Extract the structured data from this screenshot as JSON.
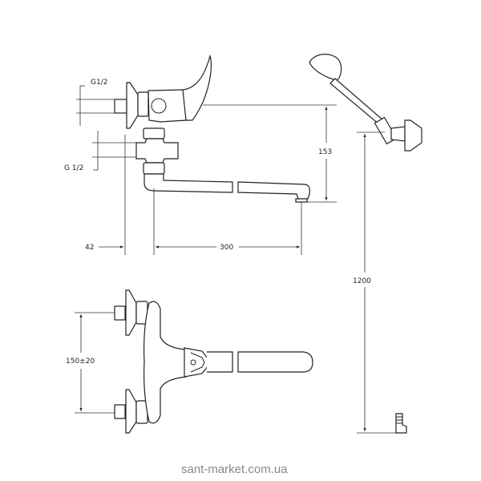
{
  "drawing": {
    "side_view": {
      "inlet_thread_top": "G1/2",
      "inlet_thread_bottom": "G 1/2",
      "spout_height": "153",
      "wall_offset": "42",
      "spout_reach": "300"
    },
    "top_view": {
      "inlet_spacing": "150±20"
    },
    "shower": {
      "bracket_height": "1200"
    }
  },
  "watermark": "sant-market.com.ua"
}
